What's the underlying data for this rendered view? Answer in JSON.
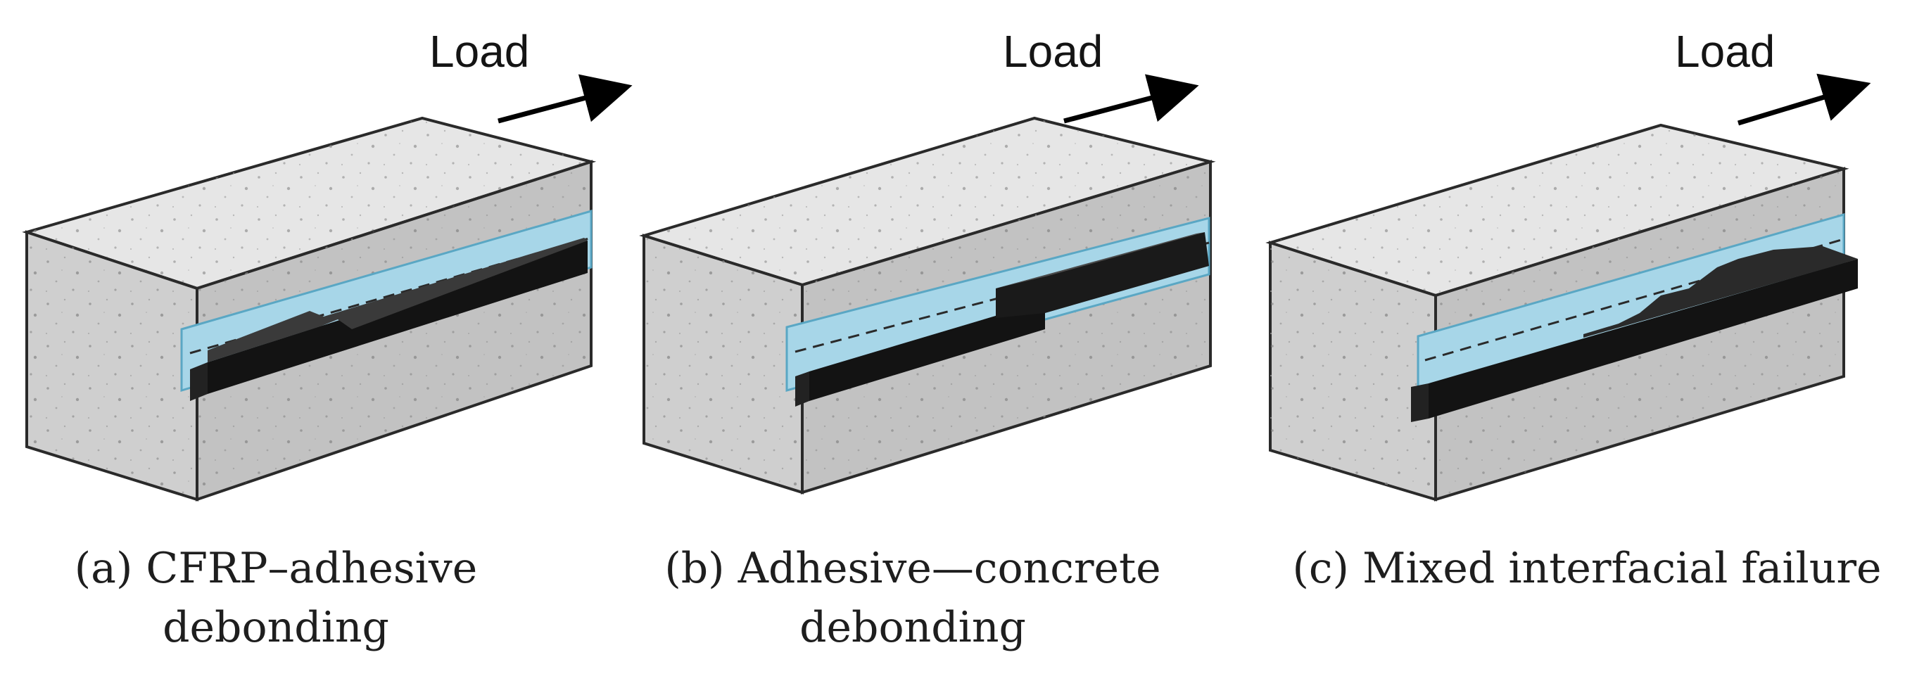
{
  "colors": {
    "concrete_top": "#e6e6e6",
    "concrete_front": "#cfcfcf",
    "concrete_side": "#b9b9b9",
    "concrete_edge": "#2a2a2a",
    "adhesive": "#a7d6e8",
    "adhesive_edge": "#5aa7c4",
    "cfrp_top": "#3a3a3a",
    "cfrp_front": "#111111",
    "arrow": "#000000"
  },
  "panels": [
    {
      "load_label": "Load",
      "caption_lines": [
        "(a) CFRP–adhesive",
        "debonding"
      ],
      "failure_mode": "cfrp-adhesive"
    },
    {
      "load_label": "Load",
      "caption_lines": [
        "(b) Adhesive—concrete",
        "debonding"
      ],
      "failure_mode": "adhesive-concrete"
    },
    {
      "load_label": "Load",
      "caption_lines": [
        "(c) Mixed interfacial failure"
      ],
      "failure_mode": "mixed"
    }
  ]
}
